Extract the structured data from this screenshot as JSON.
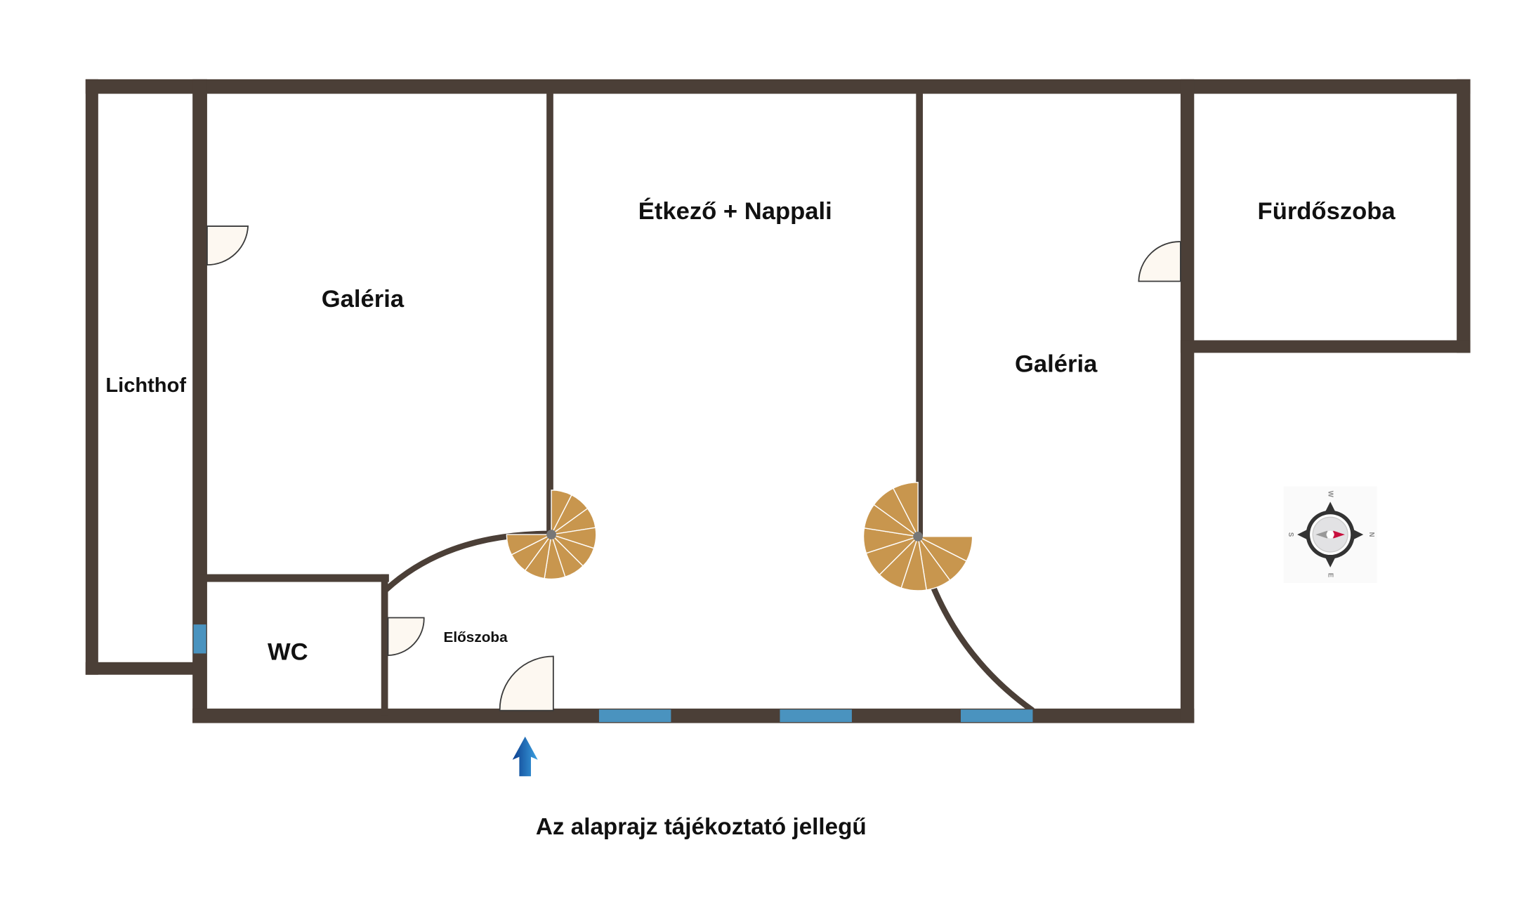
{
  "rooms": {
    "dining_living": "Étkező + Nappali",
    "bathroom": "Fürdőszoba",
    "gallery_left": "Galéria",
    "gallery_right": "Galéria",
    "lichthof": "Lichthof",
    "wc": "WC",
    "hallway": "Előszoba"
  },
  "footer_note": "Az alaprajz tájékoztató jellegű",
  "compass": {
    "north": "N",
    "south": "S",
    "east": "E",
    "west": "W"
  },
  "colors": {
    "wall": "#4b3f37",
    "window": "#4a93bf",
    "stairs": "#c8964e",
    "door_fill": "#fdf8f1",
    "compass_needle": "#c8103e",
    "entrance_arrow": "#1a5fb4"
  },
  "stairs": [
    {
      "name": "spiral-stair-left",
      "steps": 10
    },
    {
      "name": "spiral-stair-right",
      "steps": 10
    }
  ]
}
